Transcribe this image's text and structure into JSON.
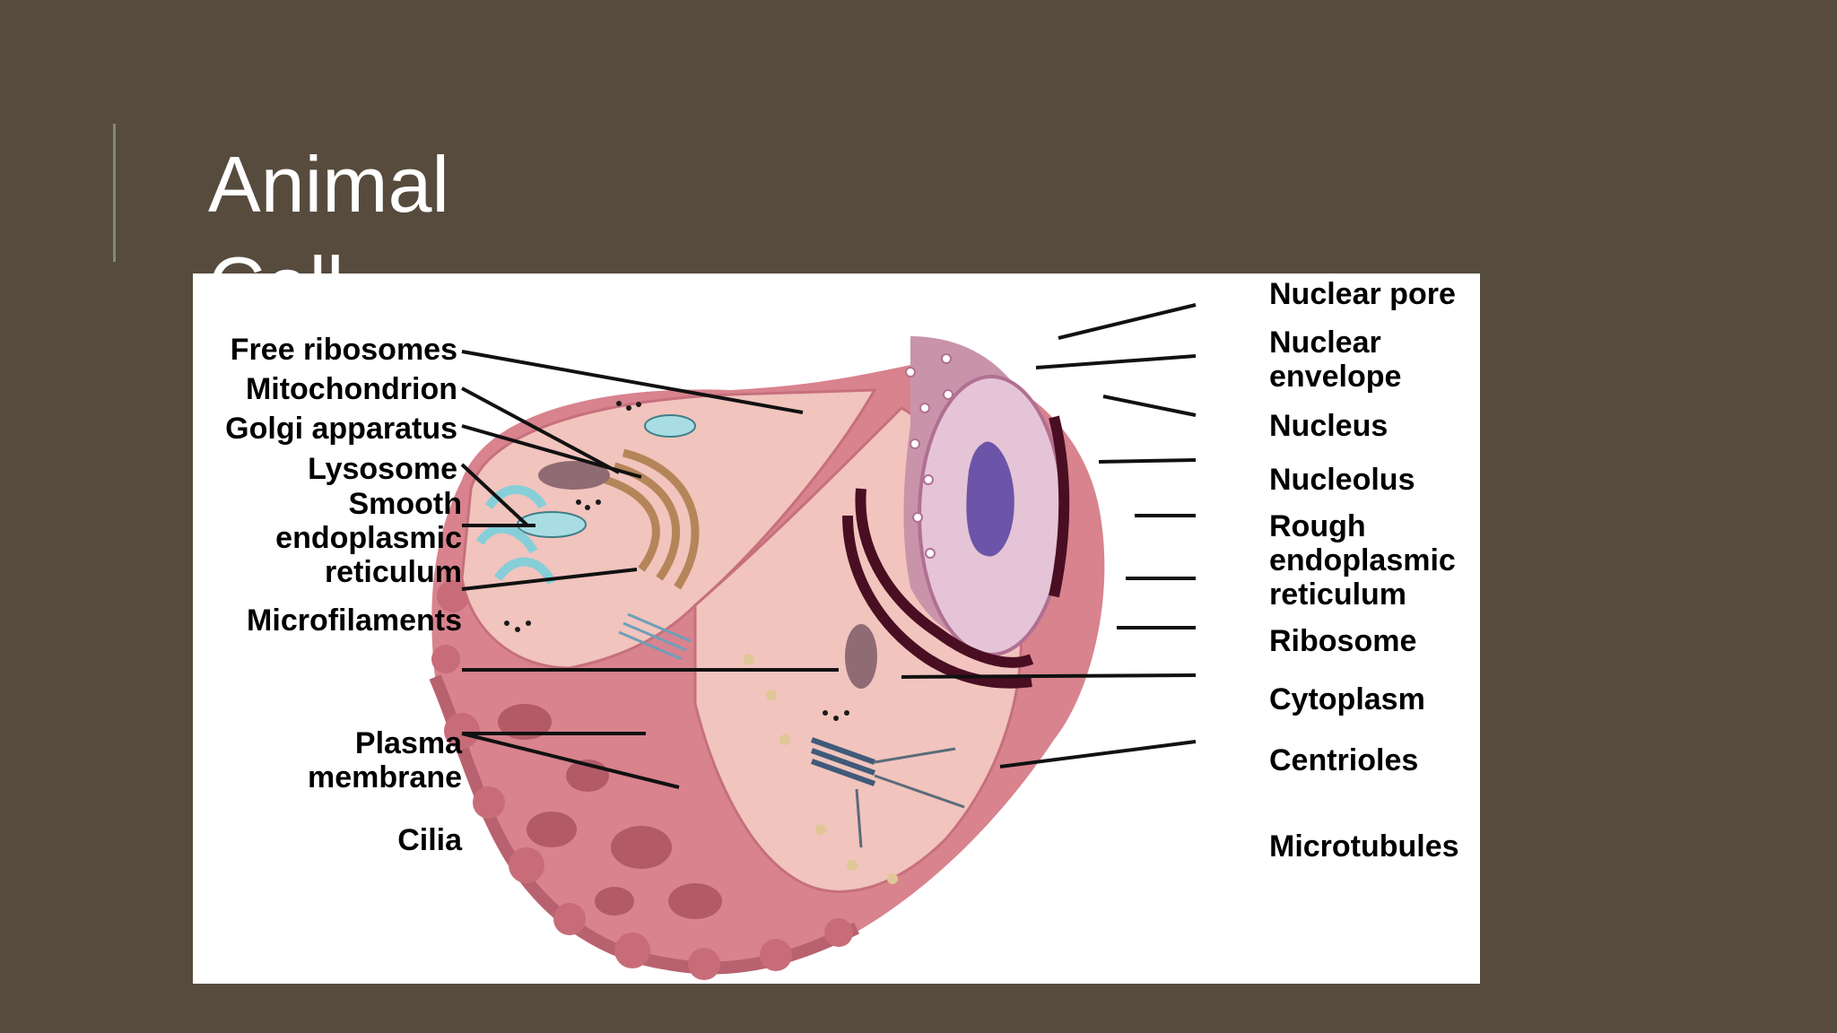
{
  "slide": {
    "title": "Animal Cell"
  },
  "diagram": {
    "left_labels": [
      {
        "id": "free-ribosomes",
        "lines": [
          "Free ribosomes"
        ]
      },
      {
        "id": "mitochondrion",
        "lines": [
          "Mitochondrion"
        ]
      },
      {
        "id": "golgi-apparatus",
        "lines": [
          "Golgi apparatus"
        ]
      },
      {
        "id": "lysosome",
        "lines": [
          "Lysosome"
        ]
      },
      {
        "id": "smooth-er",
        "lines": [
          "Smooth",
          "endoplasmic",
          "reticulum"
        ]
      },
      {
        "id": "microfilaments",
        "lines": [
          "Microfilaments"
        ]
      },
      {
        "id": "plasma-membrane",
        "lines": [
          "Plasma",
          "membrane"
        ]
      },
      {
        "id": "cilia",
        "lines": [
          "Cilia"
        ]
      }
    ],
    "right_labels": [
      {
        "id": "nuclear-pore",
        "lines": [
          "Nuclear pore"
        ]
      },
      {
        "id": "nuclear-envelope",
        "lines": [
          "Nuclear",
          "envelope"
        ]
      },
      {
        "id": "nucleus",
        "lines": [
          "Nucleus"
        ]
      },
      {
        "id": "nucleolus",
        "lines": [
          "Nucleolus"
        ]
      },
      {
        "id": "rough-er",
        "lines": [
          "Rough",
          "endoplasmic",
          "reticulum"
        ]
      },
      {
        "id": "ribosome",
        "lines": [
          "Ribosome"
        ]
      },
      {
        "id": "cytoplasm",
        "lines": [
          "Cytoplasm"
        ]
      },
      {
        "id": "centrioles",
        "lines": [
          "Centrioles"
        ]
      },
      {
        "id": "microtubules",
        "lines": [
          "Microtubules"
        ]
      }
    ],
    "colors": {
      "cell_body": "#d8838e",
      "cell_shadow": "#b9626f",
      "cut_surface": "#f1c4bd",
      "nucleus": "#c993aa",
      "nucleus_cut": "#e4c4d6",
      "nucleolus": "#6c55a8",
      "rough_er": "#4a0e22",
      "mitochondrion": "#8f6b74",
      "golgi": "#c99a6e",
      "smooth_er": "#a8dde3",
      "vesicle": "#e0c796"
    }
  }
}
